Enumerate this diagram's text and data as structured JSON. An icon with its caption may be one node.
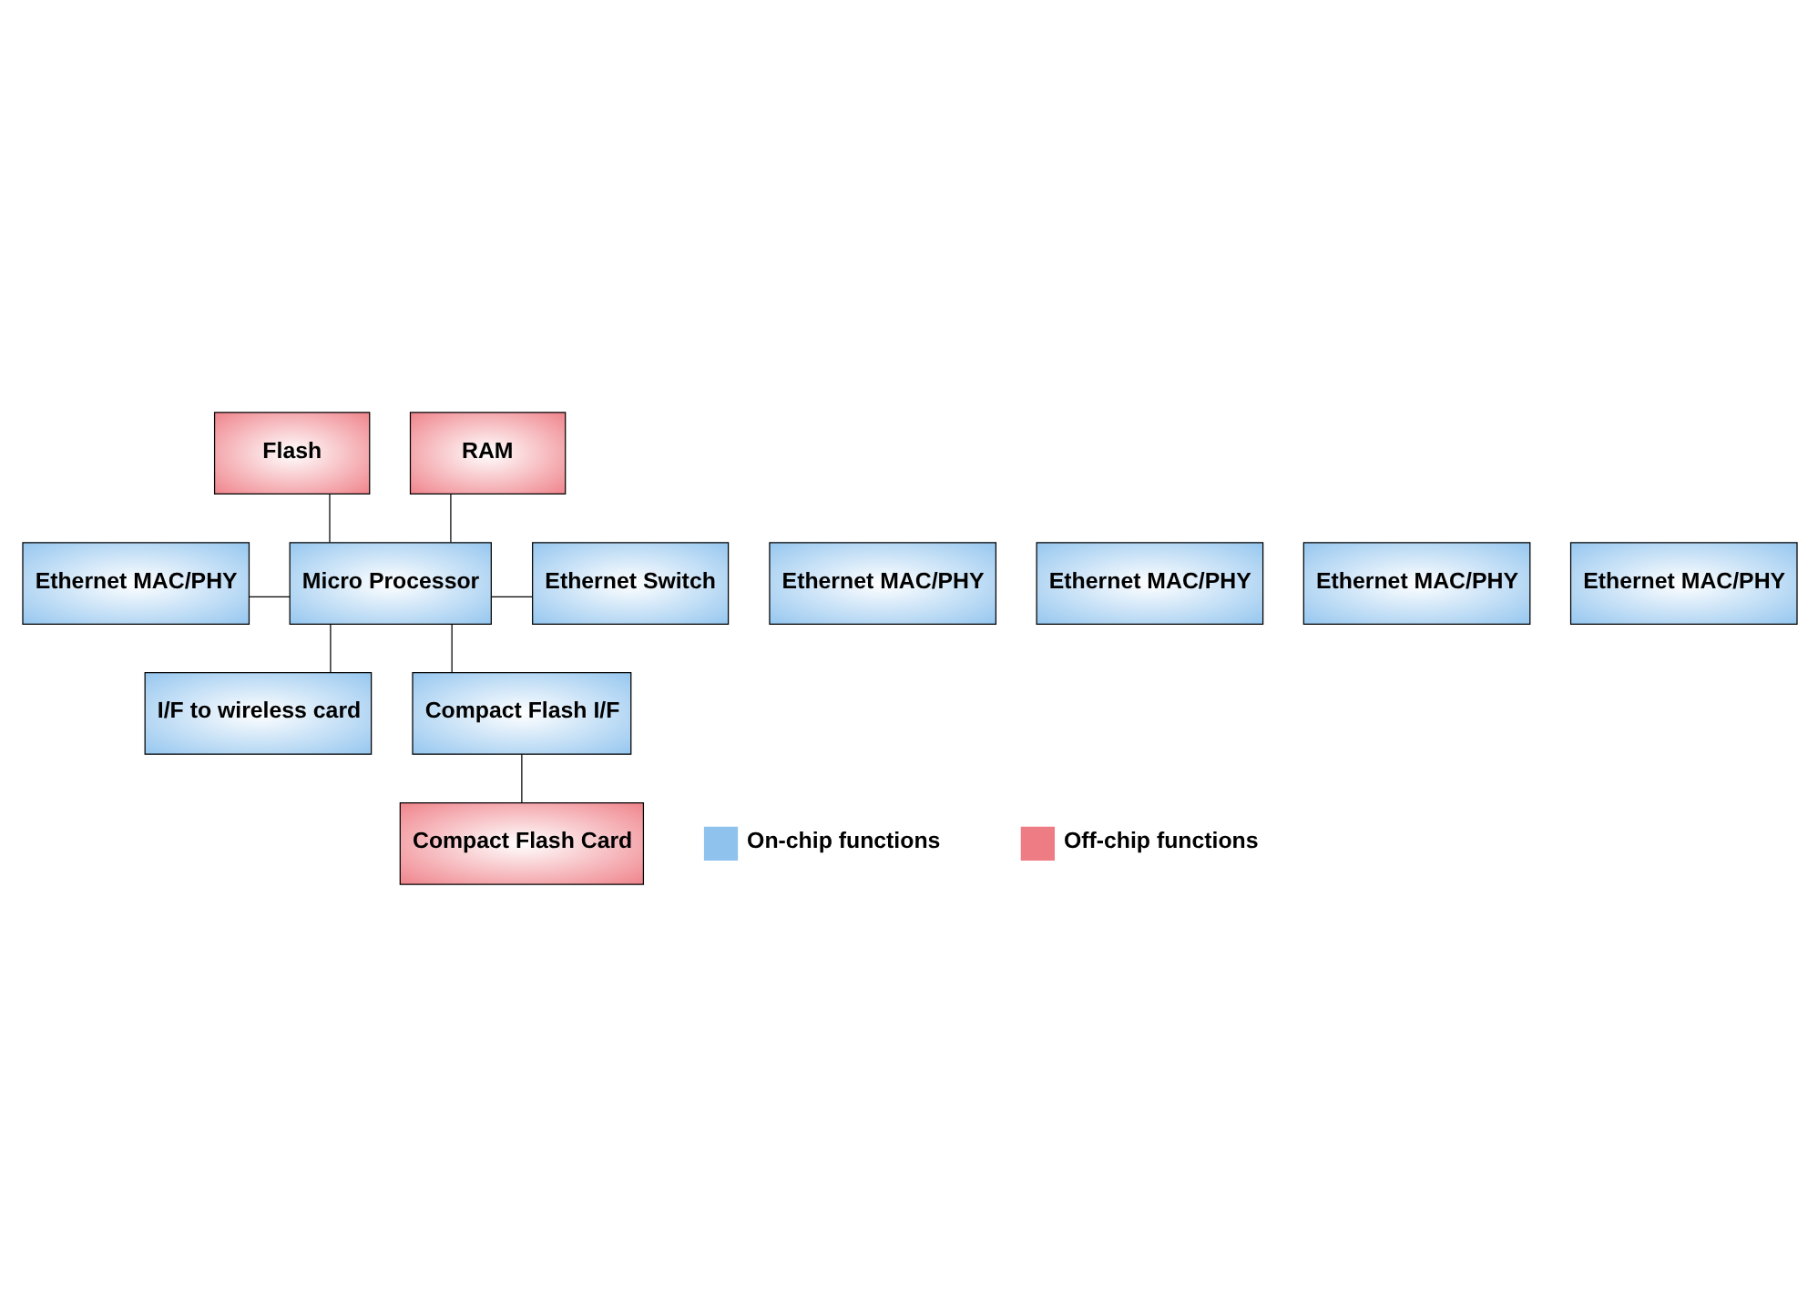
{
  "diagram": {
    "nodes": [
      {
        "text": [
          "Flash"
        ]
      },
      {
        "text": [
          "RAM"
        ]
      },
      {
        "text": [
          "Ethernet MAC/PHY"
        ]
      },
      {
        "text": [
          "Micro Processor"
        ]
      },
      {
        "text": [
          "Ethernet Switch"
        ]
      },
      {
        "text": [
          "Ethernet MAC/PHY"
        ]
      },
      {
        "text": [
          "Ethernet MAC/PHY"
        ]
      },
      {
        "text": [
          "Ethernet MAC/PHY"
        ]
      },
      {
        "text": [
          "Ethernet MAC/PHY"
        ]
      },
      {
        "text": [
          "I/F to wireless card"
        ]
      },
      {
        "text": [
          "Compact Flash I/F"
        ]
      },
      {
        "text": [
          "Compact Flash Card"
        ]
      }
    ],
    "edges": [
      {
        "from": 0,
        "to": 3,
        "arrow": "none"
      },
      {
        "from": 1,
        "to": 3,
        "arrow": "none"
      },
      {
        "from": 2,
        "to": 3,
        "arrow": "none"
      },
      {
        "from": 3,
        "to": 4,
        "arrow": "none"
      },
      {
        "from": 3,
        "to": 9,
        "arrow": "none"
      },
      {
        "from": 3,
        "to": 10,
        "arrow": "none"
      },
      {
        "from": 10,
        "to": 11,
        "arrow": "none"
      }
    ],
    "legend": [
      {
        "text": "On-chip functions",
        "color": "#8fc3ee"
      },
      {
        "text": "Off-chip functions",
        "color": "#ee7c84"
      }
    ]
  }
}
